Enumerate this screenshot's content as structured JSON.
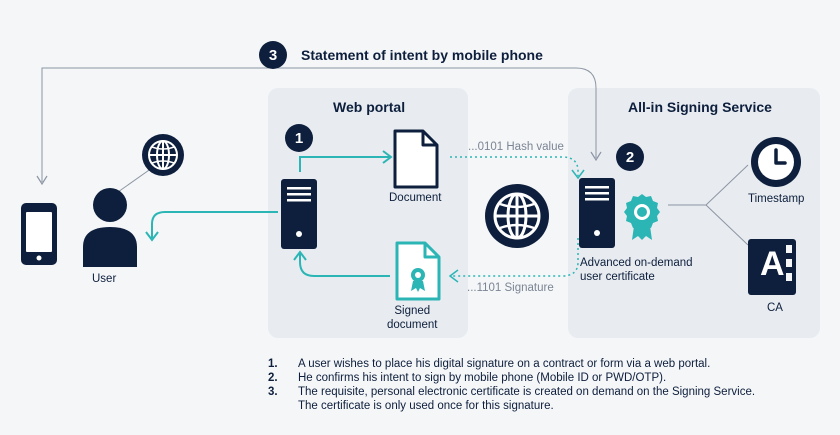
{
  "step3": {
    "number": "3",
    "label": "Statement of intent by mobile phone"
  },
  "web_portal": {
    "title": "Web portal",
    "step_number": "1"
  },
  "signing_service": {
    "title": "All-in Signing Service",
    "step_number": "2"
  },
  "user": {
    "label": "User"
  },
  "document": {
    "label": "Document"
  },
  "signed_document": {
    "label_line1": "Signed",
    "label_line2": "document"
  },
  "flows": {
    "hash_value": "...0101 Hash value",
    "signature": "...1101 Signature"
  },
  "certificate": {
    "label_line1": "Advanced on-demand",
    "label_line2": "user certificate"
  },
  "timestamp": {
    "label": "Timestamp"
  },
  "ca": {
    "label": "CA",
    "letter": "A"
  },
  "notes": [
    {
      "num": "1.",
      "text": "A user wishes to place his digital signature on a contract or form via a web portal."
    },
    {
      "num": "2.",
      "text": "He confirms his intent to sign by mobile phone (Mobile ID or PWD/OTP)."
    },
    {
      "num": "3.",
      "text": "The requisite, personal electronic certificate is created on demand on the Signing Service."
    },
    {
      "num": "",
      "text": "The certificate is only used once for this signature."
    }
  ],
  "colors": {
    "navy": "#0d1f3c",
    "teal": "#2bb5b5",
    "panel": "#e8ecf1",
    "gray": "#8c95a3"
  }
}
